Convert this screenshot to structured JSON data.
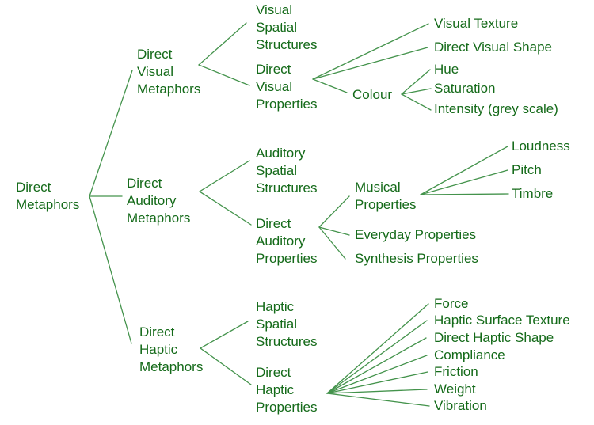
{
  "colors": {
    "text_green": "#146a19",
    "edge_green": "#44934c",
    "background": "#ffffff"
  },
  "tree": {
    "label": "Direct\nMetaphors",
    "children": [
      {
        "label": "Direct\nVisual\nMetaphors",
        "children": [
          {
            "label": "Visual\nSpatial\nStructures"
          },
          {
            "label": "Direct\nVisual\nProperties",
            "children": [
              {
                "label": "Visual Texture"
              },
              {
                "label": "Direct Visual Shape"
              },
              {
                "label": "Colour",
                "children": [
                  {
                    "label": "Hue"
                  },
                  {
                    "label": "Saturation"
                  },
                  {
                    "label": "Intensity (grey scale)"
                  }
                ]
              }
            ]
          }
        ]
      },
      {
        "label": "Direct\nAuditory\nMetaphors",
        "children": [
          {
            "label": "Auditory\nSpatial\nStructures"
          },
          {
            "label": "Direct\nAuditory\nProperties",
            "children": [
              {
                "label": "Musical\nProperties",
                "children": [
                  {
                    "label": "Loudness"
                  },
                  {
                    "label": "Pitch"
                  },
                  {
                    "label": "Timbre"
                  }
                ]
              },
              {
                "label": "Everyday Properties"
              },
              {
                "label": "Synthesis Properties"
              }
            ]
          }
        ]
      },
      {
        "label": "Direct\nHaptic\nMetaphors",
        "children": [
          {
            "label": "Haptic\nSpatial\nStructures"
          },
          {
            "label": "Direct\nHaptic\nProperties",
            "children": [
              {
                "label": "Force"
              },
              {
                "label": "Haptic Surface Texture"
              },
              {
                "label": "Direct Haptic Shape"
              },
              {
                "label": "Compliance"
              },
              {
                "label": "Friction"
              },
              {
                "label": "Weight"
              },
              {
                "label": "Vibration"
              }
            ]
          }
        ]
      }
    ]
  }
}
